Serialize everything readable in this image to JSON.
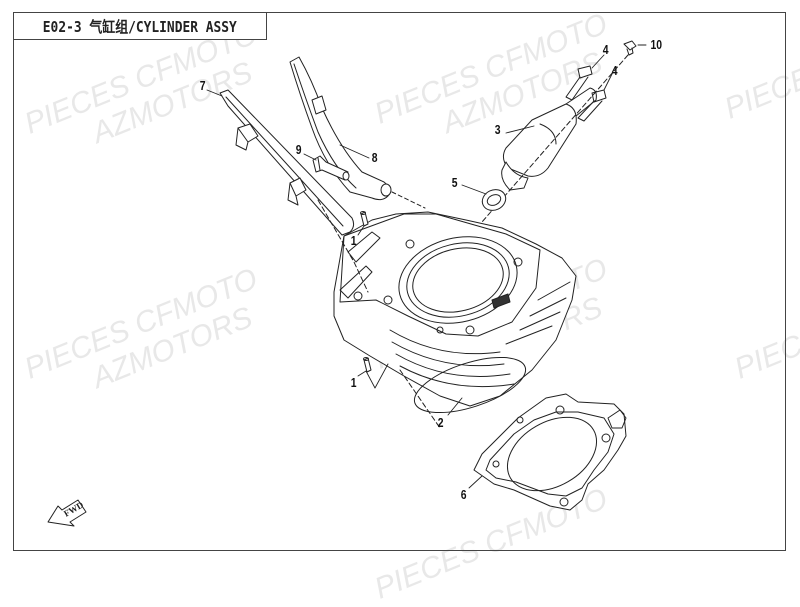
{
  "header": {
    "title": "E02-3 气缸组/CYLINDER ASSY"
  },
  "watermark": {
    "line1": "PIECES CFMOTO",
    "line2": "AZMOTORS"
  },
  "orientation": {
    "label": "FWD",
    "icon": "forward-arrow-icon"
  },
  "parts": [
    {
      "number": "1",
      "name": "dowel-pin-upper"
    },
    {
      "number": "1",
      "name": "dowel-pin-lower"
    },
    {
      "number": "2",
      "name": "cylinder-block"
    },
    {
      "number": "3",
      "name": "cam-chain-tensioner"
    },
    {
      "number": "4",
      "name": "tensioner-bolt-upper"
    },
    {
      "number": "4",
      "name": "tensioner-bolt-lower"
    },
    {
      "number": "5",
      "name": "tensioner-gasket"
    },
    {
      "number": "6",
      "name": "cylinder-base-gasket"
    },
    {
      "number": "7",
      "name": "chain-guide-fixed"
    },
    {
      "number": "8",
      "name": "chain-tensioner-guide"
    },
    {
      "number": "9",
      "name": "guide-pivot-bolt"
    },
    {
      "number": "10",
      "name": "tensioner-plug-screw"
    }
  ],
  "colors": {
    "line": "#222222",
    "frame": "#444444",
    "watermark": "#bebebe"
  }
}
